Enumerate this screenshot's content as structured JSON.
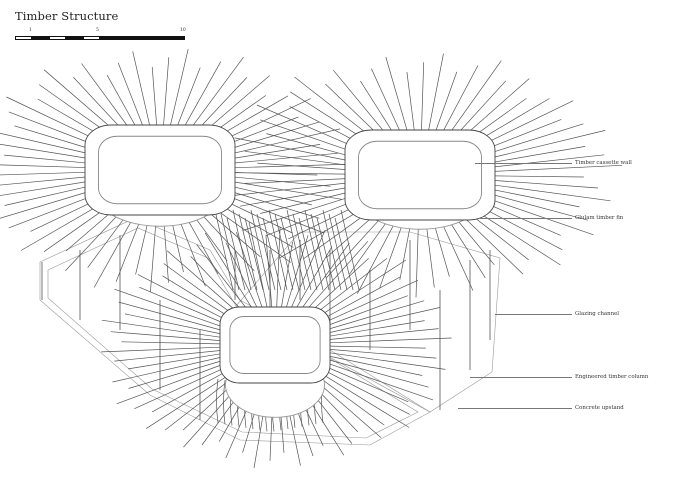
{
  "title": "Timber Structure",
  "scale": {
    "ticks": [
      "1",
      "5",
      "10"
    ]
  },
  "callouts": [
    {
      "id": "timber-cassette-wall",
      "text": "Timber cassette wall"
    },
    {
      "id": "glulam-timber-fin",
      "text": "Glulam timber fin"
    },
    {
      "id": "glazing-channel",
      "text": "Glazing channel"
    },
    {
      "id": "engineered-timber-column",
      "text": "Engineered timber column"
    },
    {
      "id": "concrete-upstand",
      "text": "Concrete upstand"
    }
  ]
}
